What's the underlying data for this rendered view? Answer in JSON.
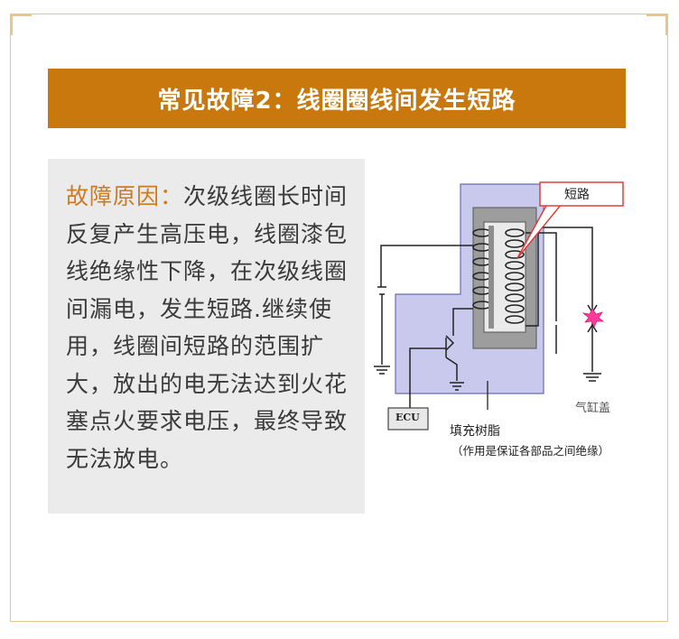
{
  "title": "常见故障2：线圈圈线间发生短路",
  "body": {
    "lead": "故障原因：",
    "text": "次级线圈长时间反复产生高压电，线圈漆包线绝缘性下降，在次级线圈间漏电，发生短路.继续使用，线圈间短路的范围扩大，放出的电无法达到火花塞点火要求电压，最终导致无法放电。"
  },
  "diagram": {
    "short_label": "短路",
    "ecu_label": "ECU",
    "cylinder_label": "气缸盖",
    "resin_label": "填充树脂",
    "resin_note": "（作用是保证各部品之间绝缘）"
  },
  "colors": {
    "banner": "#c8780c",
    "lead_text": "#cf7a1c",
    "resin_fill": "#c9c9ee",
    "spark": "#ff3a9a"
  }
}
